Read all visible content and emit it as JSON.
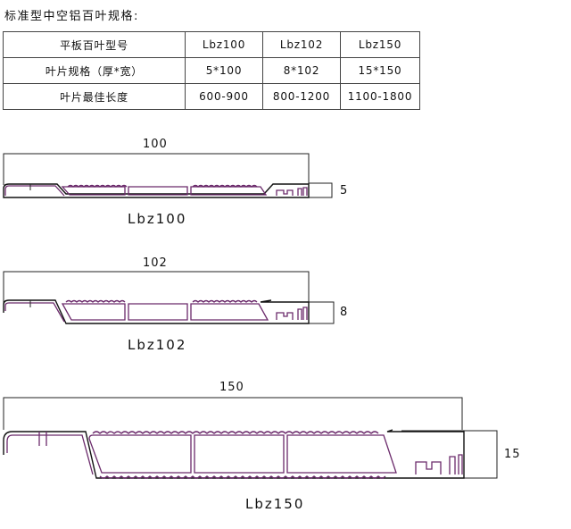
{
  "title": "标准型中空铝百叶规格:",
  "table": {
    "headers": [
      "平板百叶型号",
      "Lbz100",
      "Lbz102",
      "Lbz150"
    ],
    "rows": [
      [
        "叶片规格（厚*宽）",
        "5*100",
        "8*102",
        "15*150"
      ],
      [
        "叶片最佳长度",
        "600-900",
        "800-1200",
        "1100-1800"
      ]
    ]
  },
  "profiles": [
    {
      "model": "Lbz100",
      "width_label": "100",
      "thickness_label": "5"
    },
    {
      "model": "Lbz102",
      "width_label": "102",
      "thickness_label": "8"
    },
    {
      "model": "Lbz150",
      "width_label": "150",
      "thickness_label": "15"
    }
  ],
  "colors": {
    "profile_inner": "#6b2a6b",
    "outline": "#111111"
  }
}
